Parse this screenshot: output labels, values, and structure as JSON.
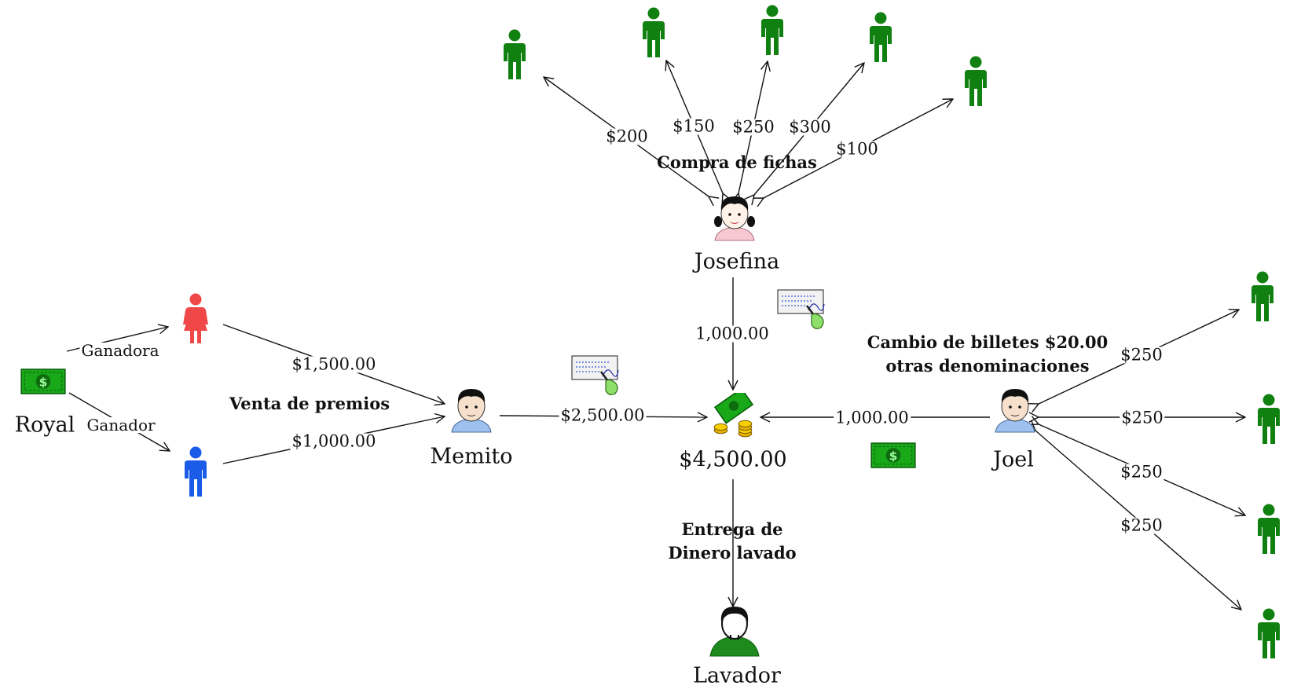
{
  "nodes": {
    "royal": "Royal",
    "memito": "Memito",
    "josefina": "Josefina",
    "center": "$4,500.00",
    "joel": "Joel",
    "lavador": "Lavador"
  },
  "edges": {
    "ganadora": "Ganadora",
    "ganador": "Ganador",
    "to_memito_top": "$1,500.00",
    "to_memito_bottom": "$1,000.00",
    "memito_to_center": "$2,500.00",
    "josefina_to_center": "1,000.00",
    "joel_to_center": "1,000.00",
    "chips": [
      "$200",
      "$150",
      "$250",
      "$300",
      "$100"
    ],
    "bills": [
      "$250",
      "$250",
      "$250",
      "$250"
    ]
  },
  "annotations": {
    "venta": "Venta de premios",
    "compra": "Compra de fichas",
    "cambio_line1": "Cambio de billetes $20.00",
    "cambio_line2": "otras denominaciones",
    "entrega_line1": "Entrega de",
    "entrega_line2": "Dinero lavado"
  },
  "colors": {
    "green_person": "#108010",
    "red_person": "#f04848",
    "blue_person": "#1a5ce8",
    "money": "#18a818",
    "arrow": "#111111"
  },
  "icons": {
    "money": "dollar-bill-icon",
    "check": "check-signing-icon",
    "person": "person-icon",
    "female_face": "girl-face-icon",
    "male_face": "boy-face-icon",
    "lavador": "man-avatar-icon",
    "cash": "cash-coins-icon"
  }
}
